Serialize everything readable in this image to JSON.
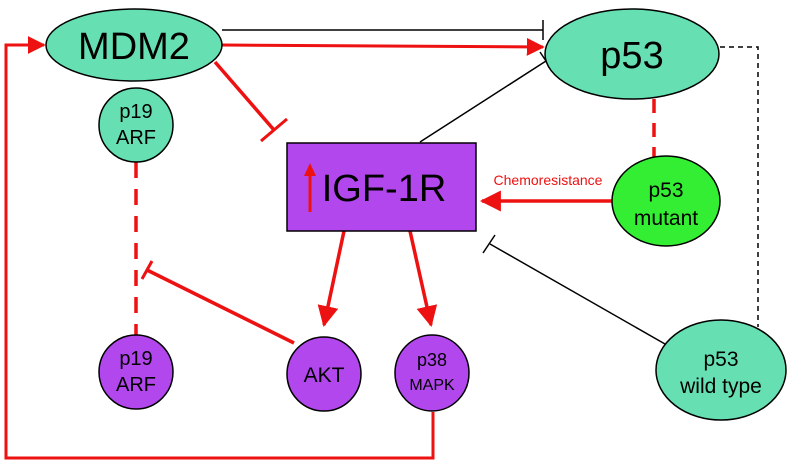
{
  "colors": {
    "teal": "#66e0b2",
    "green": "#33ee33",
    "purple": "#b347ee",
    "red": "#ee1111",
    "black": "#000000"
  },
  "nodes": {
    "mdm2": {
      "label": "MDM2"
    },
    "p53": {
      "label": "p53"
    },
    "p19arf_top": {
      "line1": "p19",
      "line2": "ARF"
    },
    "igf1r": {
      "label": "IGF-1R"
    },
    "p53_mutant": {
      "line1": "p53",
      "line2": "mutant"
    },
    "p19arf_bottom": {
      "line1": "p19",
      "line2": "ARF"
    },
    "akt": {
      "label": "AKT"
    },
    "p38mapk": {
      "line1": "p38",
      "line2": "MAPK"
    },
    "p53_wildtype": {
      "line1": "p53",
      "line2": "wild type"
    }
  },
  "edges": {
    "chemoresistance_label": "Chemoresistance"
  },
  "icons": {
    "up_arrow": "up-arrow-icon"
  }
}
